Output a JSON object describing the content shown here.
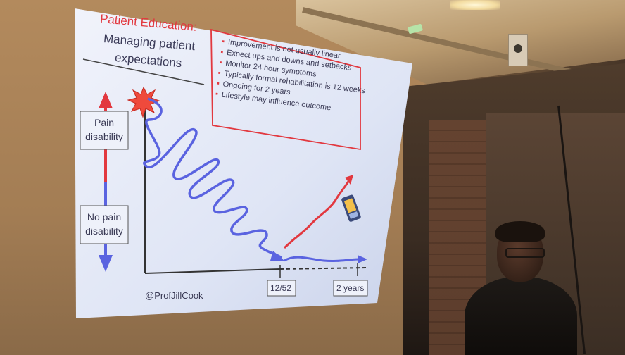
{
  "slide": {
    "title_line1": "Patient Education:",
    "title_line2": "Managing patient",
    "title_line3": "expectations",
    "bullets": [
      "Improvement is not usually linear",
      "Expect ups and downs and setbacks",
      "Monitor 24 hour symptoms",
      "Typically formal rehabilitation is 12 weeks",
      "Ongoing for 2 years",
      "Lifestyle may influence outcome"
    ],
    "axis_top_label_line1": "Pain",
    "axis_top_label_line2": "disability",
    "axis_bottom_label_line1": "No pain",
    "axis_bottom_label_line2": "disability",
    "credit": "@ProfJillCook",
    "tick_1": "12/52",
    "tick_2": "2 years"
  },
  "colors": {
    "slide_background": "#dde4f4",
    "accent_red": "#e2383f",
    "curve_blue": "#5a63e0",
    "text_dark": "#3a3a55",
    "wall": "#a57c51"
  },
  "icons": [
    "starburst-icon",
    "phone-icon",
    "arrow-up-icon",
    "arrow-down-icon"
  ]
}
